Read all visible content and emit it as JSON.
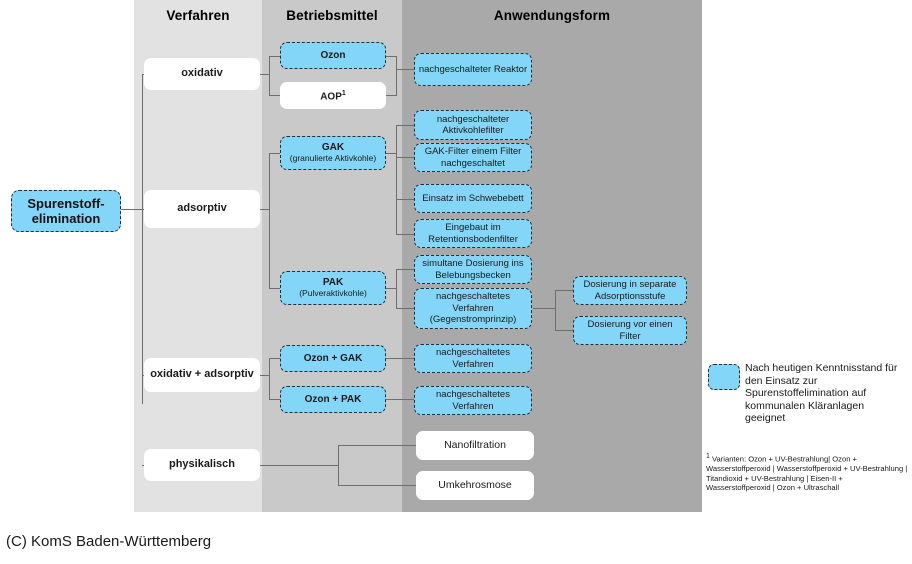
{
  "columns": {
    "verfahren": "Verfahren",
    "betriebsmittel": "Betriebsmittel",
    "anwendungsform": "Anwendungsform"
  },
  "root": {
    "line1": "Spurenstoff-",
    "line2": "elimination"
  },
  "verfahren_nodes": [
    {
      "id": "oxidativ",
      "label": "oxidativ",
      "style": "white"
    },
    {
      "id": "adsorptiv",
      "label": "adsorptiv",
      "style": "white"
    },
    {
      "id": "oxidativ-adsorptiv",
      "label": "oxidativ + adsorptiv",
      "style": "white"
    },
    {
      "id": "physikalisch",
      "label": "physikalisch",
      "style": "white"
    }
  ],
  "betriebsmittel_nodes": [
    {
      "id": "ozon",
      "line1": "Ozon",
      "line2": "",
      "style": "blue"
    },
    {
      "id": "aop",
      "line1": "AOP",
      "line2": "",
      "sup": "1",
      "style": "white"
    },
    {
      "id": "gak",
      "line1": "GAK",
      "line2": "(granulierte  Aktivkohle)",
      "style": "blue"
    },
    {
      "id": "pak",
      "line1": "PAK",
      "line2": "(Pulveraktivkohle)",
      "style": "blue"
    },
    {
      "id": "ozon-gak",
      "line1": "Ozon + GAK",
      "line2": "",
      "style": "blue"
    },
    {
      "id": "ozon-pak",
      "line1": "Ozon + PAK",
      "line2": "",
      "style": "blue"
    }
  ],
  "anwendungsform_nodes": [
    {
      "id": "nachgeschalteter-reaktor",
      "text": "nachgeschalteter Reaktor",
      "style": "blue"
    },
    {
      "id": "nachgeschalteter-aktivkohlefilter",
      "text": "nachgeschalteter Aktivkohlefilter",
      "style": "blue"
    },
    {
      "id": "gak-filter-nachgeschaltet",
      "text": "GAK-Filter einem Filter nachgeschaltet",
      "style": "blue"
    },
    {
      "id": "einsatz-schwebebett",
      "text": "Einsatz im Schwebebett",
      "style": "blue"
    },
    {
      "id": "eingebaut-retentionsbodenfilter",
      "text": "Eingebaut im Retentionsbodenfilter",
      "style": "blue"
    },
    {
      "id": "simultane-dosierung",
      "text": "simultane Dosierung ins Belebungsbecken",
      "style": "blue"
    },
    {
      "id": "nachgeschaltetes-gegenstrom",
      "text": "nachgeschaltetes Verfahren (Gegenstromprinzip)",
      "style": "blue"
    },
    {
      "id": "nachgeschaltetes-verfahren-ozongak",
      "text": "nachgeschaltetes Verfahren",
      "style": "blue"
    },
    {
      "id": "nachgeschaltetes-verfahren-ozonpak",
      "text": "nachgeschaltetes Verfahren",
      "style": "blue"
    },
    {
      "id": "nanofiltration",
      "text": "Nanofiltration",
      "style": "white"
    },
    {
      "id": "umkehrosmose",
      "text": "Umkehrosmose",
      "style": "white"
    }
  ],
  "detail_nodes": [
    {
      "id": "dosierung-separate-adsorptionsstufe",
      "text": "Dosierung in separate Adsorptionsstufe",
      "style": "blue"
    },
    {
      "id": "dosierung-vor-filter",
      "text": "Dosierung vor einen Filter",
      "style": "blue"
    }
  ],
  "legend": {
    "text": "Nach heutigen Kenntnisstand für den Einsatz zur Spurenstoffelimination auf kommunalen Kläranlagen geeignet",
    "swatch_color": "#84d6f8"
  },
  "footnote": {
    "marker": "1",
    "text": "Varianten: Ozon + UV-Bestrahlung| Ozon + Wasserstoffperoxid | Wasserstoffperoxid + UV-Bestrahlung | Titandioxid +  UV-Bestrahlung | Eisen-II + Wasserstoffperoxid | Ozon + Ultraschall"
  },
  "caption": "(C) KomS Baden-Württemberg",
  "colors": {
    "blue_node": "#84d6f8",
    "band_light": "#e2e2e2",
    "band_medium": "#c9c9c9",
    "band_dark": "#a9a9a9",
    "connector": "#6e6e6e"
  }
}
